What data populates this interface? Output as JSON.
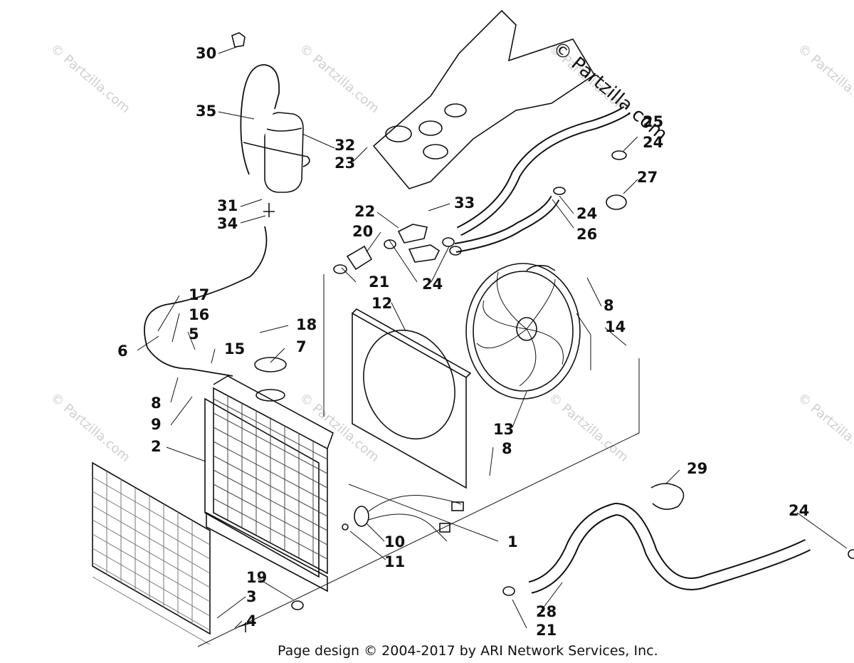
{
  "watermark": "© Partzilla.com",
  "footer": "Page design © 2004-2017 by ARI Network Services, Inc.",
  "callouts": [
    "30",
    "35",
    "32",
    "23",
    "31",
    "34",
    "22",
    "33",
    "20",
    "21",
    "24",
    "25",
    "24",
    "27",
    "24",
    "26",
    "17",
    "16",
    "5",
    "15",
    "6",
    "18",
    "7",
    "12",
    "8",
    "14",
    "8",
    "9",
    "2",
    "13",
    "8",
    "29",
    "24",
    "10",
    "11",
    "1",
    "19",
    "3",
    "4",
    "28",
    "21"
  ]
}
